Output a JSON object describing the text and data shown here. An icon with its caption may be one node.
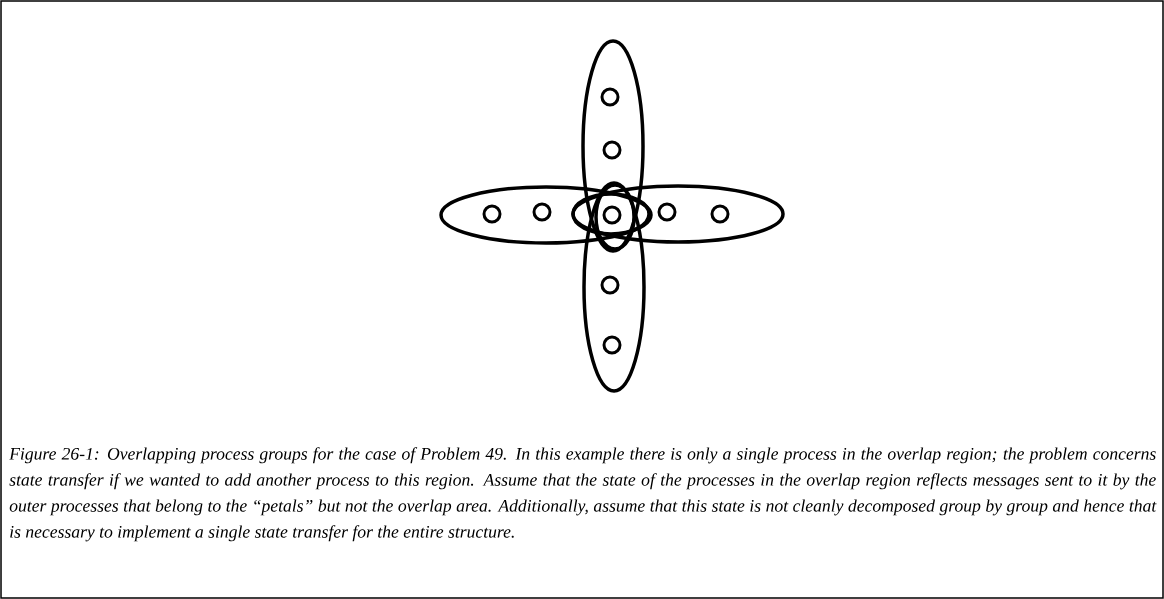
{
  "diagram": {
    "caption": "Figure 26-1: Overlapping process groups for the case of Problem 49.  In this example there is only a single process in the overlap region; the problem concerns state transfer if we wanted to add another process to this region. Assume that the state of the processes in the overlap region reflects messages sent to it by the outer processes that belong to the “petals” but not the overlap area.  Additionally, assume that this state is not cleanly decomposed group by group and hence that is necessary to implement a single state transfer for the entire structure.",
    "nodes": [
      {
        "text": [],
        "shape": "ellipse"
      },
      {
        "text": [],
        "shape": "ellipse"
      },
      {
        "text": [],
        "shape": "ellipse"
      },
      {
        "text": [],
        "shape": "ellipse"
      },
      {
        "text": [],
        "shape": "ellipse"
      },
      {
        "text": [],
        "shape": "ellipse"
      },
      {
        "text": [],
        "shape": "circle",
        "in": 0
      },
      {
        "text": [],
        "shape": "circle",
        "in": 0
      },
      {
        "text": [],
        "shape": "circle",
        "in": 1
      },
      {
        "text": [],
        "shape": "circle",
        "in": 1
      },
      {
        "text": [],
        "shape": "circle"
      },
      {
        "text": [],
        "shape": "circle",
        "in": 2
      },
      {
        "text": [],
        "shape": "circle",
        "in": 2
      },
      {
        "text": [],
        "shape": "circle",
        "in": 3
      },
      {
        "text": [],
        "shape": "circle",
        "in": 3
      }
    ]
  }
}
